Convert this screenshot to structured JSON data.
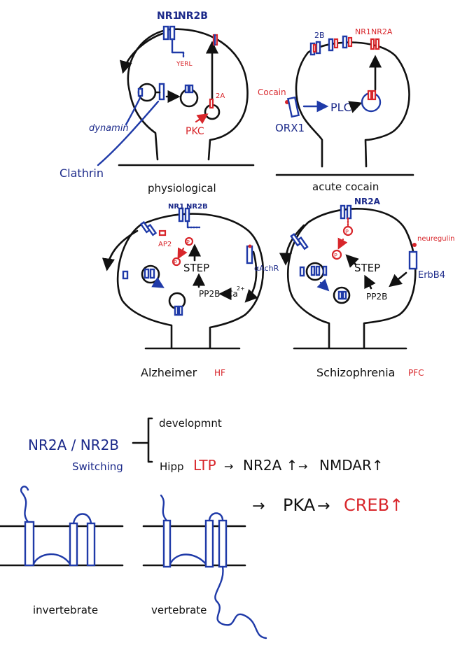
{
  "colors": {
    "ink": "#111111",
    "blue": "#1c2a8a",
    "red": "#d8262b"
  },
  "panel_physiological": {
    "nr1": "NR1",
    "nr2b": "NR2B",
    "yerl": "YERL",
    "ya": "2A",
    "dynamin": "dynamin",
    "pkc": "PKC",
    "clathrin": "Clathrin",
    "caption": "physiological"
  },
  "panel_cocain": {
    "b2": "2B",
    "nr1": "NR1",
    "nr2a": "NR2A",
    "cocain": "Cocain",
    "orx1": "ORX1",
    "plc": "PLC",
    "caption": "acute cocain"
  },
  "panel_alzheimer": {
    "nr1": "NR1",
    "nr2b": "NR2B",
    "ap2": "AP2",
    "p1": "P",
    "p2": "P",
    "step": "STEP",
    "achr": "αAchR",
    "pp2b": "PP2B",
    "ca": "Ca",
    "ca_sup": "2+",
    "caption": "Alzheimer",
    "region": "HF"
  },
  "panel_schizo": {
    "nr2a": "NR2A",
    "p1": "P",
    "p2": "P",
    "step": "STEP",
    "neuregulin": "neuregulin",
    "erbb4": "ErbB4",
    "pp2b": "PP2B",
    "caption": "Schizophrenia",
    "region": "PFC"
  },
  "switching": {
    "title": "NR2A / NR2B",
    "subtitle": "Switching",
    "develop": "developmnt",
    "hipp": "Hipp",
    "ltp": "LTP",
    "arrow1": "→",
    "nr2a_up": "NR2A ↑",
    "arrow2": "→",
    "nmdar_up": "NMDAR↑",
    "pka_arrow": "→",
    "pka": "PKA",
    "creb_arrow": "→",
    "creb_up": "CREB↑"
  },
  "membranes": {
    "invertebrate": "invertebrate",
    "vertebrate": "vertebrate"
  }
}
